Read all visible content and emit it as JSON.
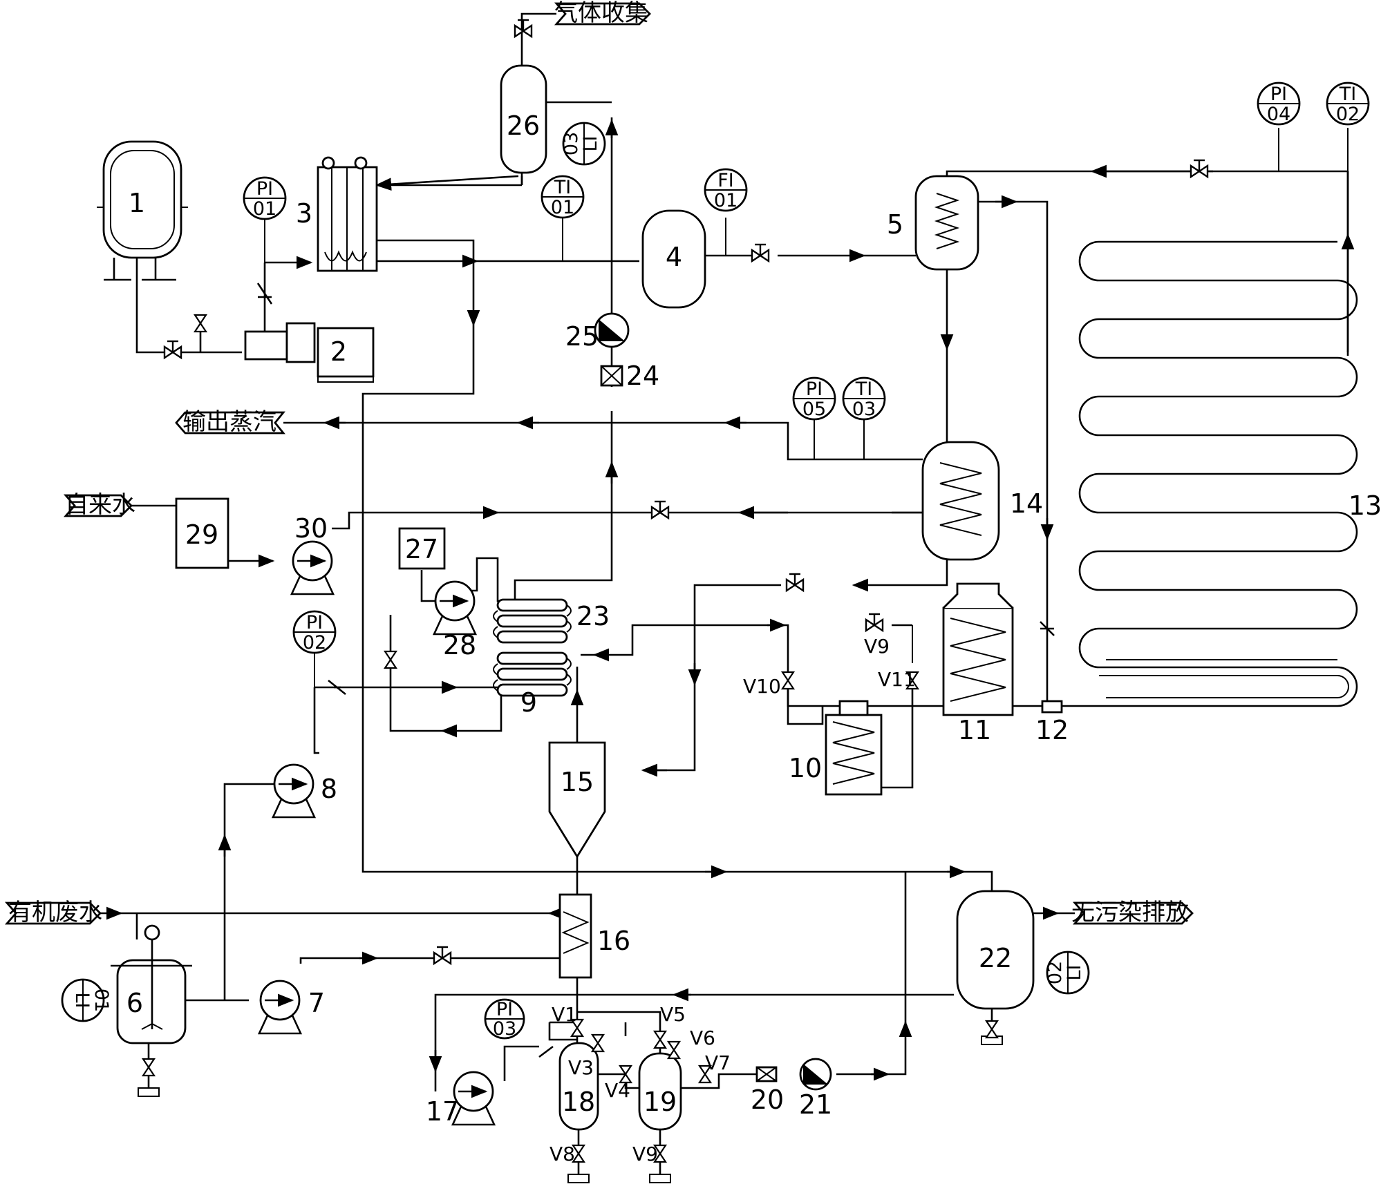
{
  "equipment_numbers": [
    "1",
    "2",
    "3",
    "4",
    "5",
    "6",
    "7",
    "8",
    "9",
    "10",
    "11",
    "12",
    "13",
    "14",
    "15",
    "16",
    "17",
    "18",
    "19",
    "20",
    "21",
    "22",
    "23",
    "24",
    "25",
    "26",
    "27",
    "28",
    "29",
    "30"
  ],
  "instruments": {
    "pi01": {
      "top": "PI",
      "bottom": "01"
    },
    "ti01": {
      "top": "TI",
      "bottom": "01"
    },
    "fi01": {
      "top": "FI",
      "bottom": "01"
    },
    "pi04": {
      "top": "PI",
      "bottom": "04"
    },
    "ti02": {
      "top": "TI",
      "bottom": "02"
    },
    "pi05": {
      "top": "PI",
      "bottom": "05"
    },
    "ti03": {
      "top": "TI",
      "bottom": "03"
    },
    "pi02": {
      "top": "PI",
      "bottom": "02"
    },
    "pi03": {
      "top": "PI",
      "bottom": "03"
    },
    "li01": {
      "top": "LI",
      "bottom": "01"
    },
    "li02": {
      "top": "LI",
      "bottom": "02"
    },
    "li03": {
      "top": "LI",
      "bottom": "03"
    }
  },
  "streams": {
    "gas_collection": "气体收集",
    "steam_output": "输出蒸汽",
    "tap_water": "自来水",
    "organic_wastewater": "有机废水",
    "clean_discharge": "无污染排放"
  },
  "valves": {
    "v1": "V1",
    "v3": "V3",
    "v4": "V4",
    "v5": "V5",
    "v6": "V6",
    "v7": "V7",
    "v8": "V8",
    "v9_lower": "V9",
    "v9_upper": "V9",
    "v10": "V10",
    "v11": "V11"
  }
}
